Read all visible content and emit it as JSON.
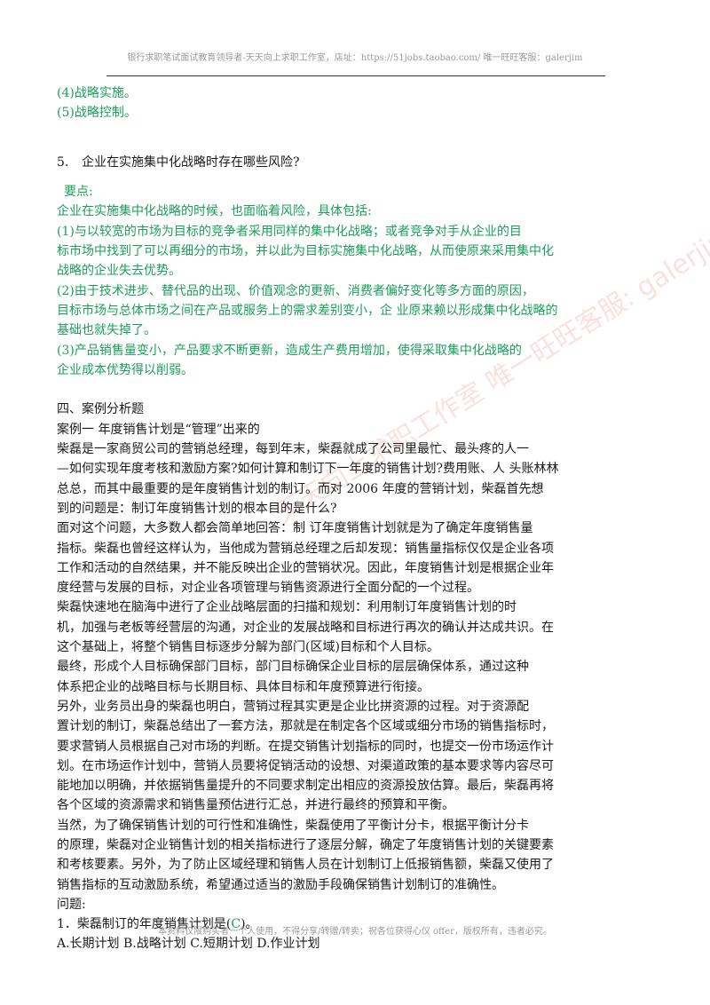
{
  "header": {
    "text": "银行求职笔试面试教育领导者-天天向上求职工作室，店址：https://51jobs.taobao.com/ 唯一旺旺客服：galerjim"
  },
  "watermark": {
    "text": "天天向上求职工作室 唯一旺旺客服: galerjim"
  },
  "footer": {
    "text": "本资料仅限购买者一个人使用，不得分享/转赠/转卖；祝各位获得心仪 offer，版权所有，违者必究。"
  },
  "intro_items": [
    "(4)战略实施。",
    "(5)战略控制。"
  ],
  "question5": {
    "number": "5.",
    "text": "企业在实施集中化战略时存在哪些风险?"
  },
  "answer5": {
    "heading": "要点:",
    "lines": [
      "企业在实施集中化战略的时候，也面临着风险，具体包括:",
      "(1)与以较宽的市场为目标的竞争者采用同样的集中化战略；或者竞争对手从企业的目",
      "标市场中找到了可以再细分的市场，并以此为目标实施集中化战略，从而使原来采用集中化",
      "战略的企业失去优势。",
      "(2)由于技术进步、替代品的出现、价值观念的更新、消费者偏好变化等多方面的原因，",
      "目标市场与总体市场之间在产品或服务上的需求差别变小，企 业原来赖以形成集中化战略的",
      "基础也就失掉了。",
      "(3)产品销售量变小，产品要求不断更新，造成生产费用增加，使得采取集中化战略的",
      "企业成本优势得以削弱。"
    ]
  },
  "section4": {
    "heading": "四、案例分析题",
    "case_title": "案例一 年度销售计划是“管理”出来的",
    "lines": [
      "柴磊是一家商贸公司的营销总经理，每到年末，柴磊就成了公司里最忙、最头疼的人一",
      "—如何实现年度考核和激励方案?如何计算和制订下一年度的销售计划?费用账、人 头账林林",
      "总总，而其中最重要的是年度销售计划的制订。而对 2006 年度的营销计划，柴磊首先想",
      "到的问题是：制订年度销售计划的根本目的是什么?",
      "面对这个问题，大多数人都会简单地回答：制 订年度销售计划就是为了确定年度销售量",
      "指标。柴磊也曾经这样认为，当他成为营销总经理之后却发现：销售量指标仅仅是企业各项",
      "工作和活动的自然结果，并不能反映出企业的营销状况。因此，年度销售计划是根据企业年",
      "度经营与发展的目标，对企业各项管理与销售资源进行全面分配的一个过程。",
      "柴磊快速地在脑海中进行了企业战略层面的扫描和规划：利用制订年度销售计划的时",
      "机，加强与老板等经营层的沟通，对企业的发展战略和目标进行再次的确认并达成共识。在",
      "这个基础上，将整个销售目标逐步分解为部门(区域)目标和个人目标。",
      "最终，形成个人目标确保部门目标，部门目标确保企业目标的层层确保体系，通过这种",
      "体系把企业的战略目标与长期目标、具体目标和年度预算进行衔接。",
      "另外，业务员出身的柴磊也明白，营销过程其实更是企业比拼资源的过程。对于资源配",
      "置计划的制订，柴磊总结出了一套方法，那就是在制定各个区域或细分市场的销售指标时，",
      "要求营销人员根据自己对市场的判断。在提交销售计划指标的同时，也提交一份市场运作计",
      "划。在市场运作计划中，营销人员要将促销活动的设想、对渠道政策的基本要求等内容尽可",
      "能地加以明确，并依据销售量提升的不同要求制定出相应的资源投放估算。最后，柴磊再将",
      "各个区域的资源需求和销售量预估进行汇总，并进行最终的预算和平衡。",
      "当然，为了确保销售计划的可行性和准确性，柴磊使用了平衡计分卡，根据平衡计分卡",
      "的原理，柴磊对企业销售计划的相关指标进行了逐层分解，确定了年度销售计划的关键要素",
      "和考核要素。另外，为了防止区域经理和销售人员在计划制订上低报销售额，柴磊又使用了",
      "销售指标的互动激励系统，希望通过适当的激励手段确保销售计划制订的准确性。"
    ],
    "questions_label": "问题:",
    "q1": {
      "prefix": "1．柴磊制订的年度销售计划是(",
      "answer": "C",
      "suffix": ")。"
    },
    "q1_options": "A.长期计划 B.战略计划 C.短期计划 D.作业计划"
  }
}
